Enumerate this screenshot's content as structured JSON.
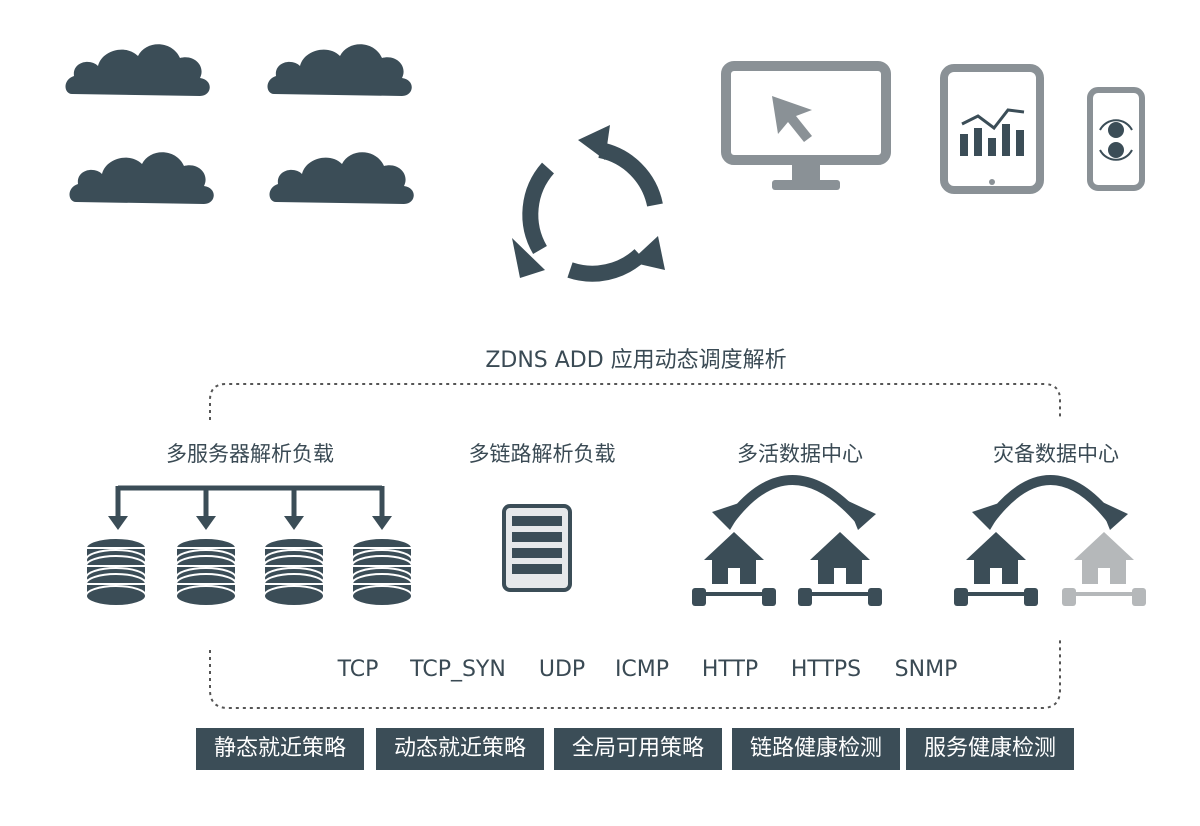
{
  "title": "ZDNS ADD 应用动态调度解析",
  "sections": [
    {
      "label": "多服务器解析负载"
    },
    {
      "label": "多链路解析负载"
    },
    {
      "label": "多活数据中心"
    },
    {
      "label": "灾备数据中心"
    }
  ],
  "protocols": [
    "TCP",
    "TCP_SYN",
    "UDP",
    "ICMP",
    "HTTP",
    "HTTPS",
    "SNMP"
  ],
  "strategies": [
    "静态就近策略",
    "动态就近策略",
    "全局可用策略",
    "链路健康检测",
    "服务健康检测"
  ],
  "colors": {
    "primary": "#3b4d57",
    "inactive": "#b5b8ba",
    "dotted": "#555555"
  },
  "icons": [
    "cloud-icon",
    "cloud-icon",
    "cloud-icon",
    "cloud-icon",
    "refresh-cycle-icon",
    "monitor-icon",
    "tablet-icon",
    "phone-icon",
    "database-icon",
    "server-rack-icon",
    "house-icon"
  ]
}
